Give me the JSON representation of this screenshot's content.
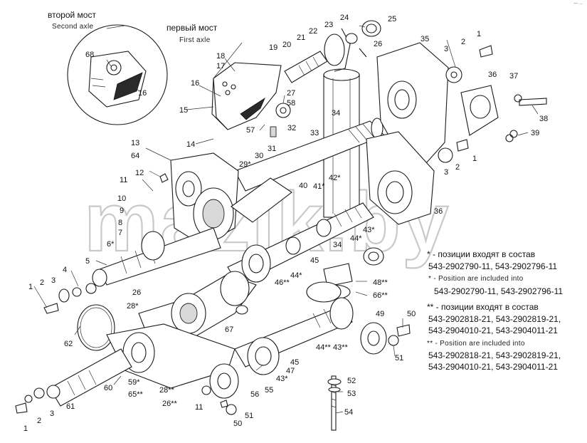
{
  "labels": {
    "second_axle_ru": "второй мост",
    "second_axle_en": "Second axle",
    "first_axle_ru": "первый мост",
    "first_axle_en": "First axle"
  },
  "watermark": "mazik.by",
  "corner_mark": "--- ...",
  "notes": {
    "single_star_ru": "* - позиции входят в состав",
    "single_star_ru_parts": "543-2902790-11, 543-2902796-11",
    "single_star_en": "* -  Position are included into",
    "single_star_en_parts": "543-2902790-11, 543-2902796-11",
    "double_star_ru": "** - позиции входят в состав",
    "double_star_ru_parts_1": "543-2902818-21, 543-2902819-21,",
    "double_star_ru_parts_2": "543-2904010-21, 543-2904011-21",
    "double_star_en": "** -  Position are included into",
    "double_star_en_parts_1": "543-2902818-21, 543-2902819-21,",
    "double_star_en_parts_2": "543-2904010-21,  543-2904011-21"
  },
  "callouts": [
    "68",
    "16",
    "18",
    "17",
    "16",
    "15",
    "27",
    "58",
    "57",
    "14",
    "13",
    "64",
    "12",
    "11",
    "10",
    "9",
    "8",
    "7",
    "6*",
    "5",
    "4",
    "3",
    "2",
    "1",
    "62",
    "26",
    "28*",
    "59*",
    "65**",
    "60",
    "1",
    "2",
    "3",
    "61",
    "28**",
    "26**",
    "11",
    "50",
    "51",
    "56",
    "55",
    "43*",
    "47",
    "45",
    "44**",
    "43**",
    "49",
    "50",
    "51",
    "52",
    "53",
    "54",
    "48**",
    "66**",
    "67",
    "46**",
    "44*",
    "45",
    "34",
    "43*",
    "44*",
    "40",
    "41*",
    "42*",
    "36",
    "31",
    "32",
    "33",
    "34",
    "30",
    "29*",
    "19",
    "20",
    "21",
    "22",
    "23",
    "24",
    "25",
    "26",
    "35",
    "3",
    "2",
    "1",
    "36",
    "37",
    "38",
    "39",
    "3",
    "2",
    "1"
  ],
  "colors": {
    "line": "#1a1a1a",
    "watermark": "#c9c9c9",
    "background": "#ffffff"
  }
}
